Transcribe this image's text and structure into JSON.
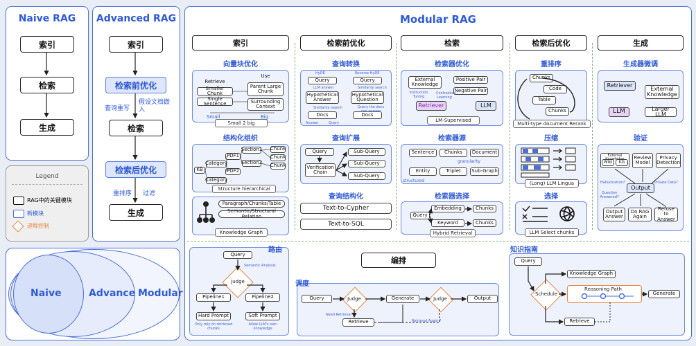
{
  "naive": {
    "title": "Naive RAG",
    "steps": [
      "索引",
      "检索",
      "生成"
    ]
  },
  "advanced": {
    "title": "Advanced RAG",
    "steps": [
      "索引",
      "检索前优化",
      "检索",
      "检索后优化",
      "生成"
    ],
    "pre_notes": [
      "查询重写",
      "假设文档嵌入"
    ],
    "post_notes": [
      "重排序",
      "过滤"
    ]
  },
  "legend": {
    "title": "Legend",
    "items": [
      "RAG中的关键模块",
      "新模块",
      "进程控制"
    ]
  },
  "circles": {
    "naive": "Naive",
    "advance": "Advance",
    "modular": "Modular"
  },
  "modular": {
    "title": "Modular RAG",
    "headers": [
      "索引",
      "检索前优化",
      "检索",
      "检索后优化",
      "生成"
    ],
    "sections": {
      "vec_opt": "向量块优化",
      "struct_org": "结构化组织",
      "query_trans": "查询转换",
      "query_expand": "查询扩展",
      "query_struct": "查询结构化",
      "retriever_opt": "检索器优化",
      "retriever_src": "检索器源",
      "retriever_sel": "检索器选择",
      "rerank": "重排序",
      "compress": "压缩",
      "select": "选择",
      "gen_ft": "生成器微调",
      "verify": "验证",
      "routing": "路由",
      "orchestration": "编排",
      "scheduling": "调度",
      "knowledge_guide": "知识指南"
    },
    "small2big": {
      "retrieve": "Retrieve",
      "use": "Use",
      "small_chunk": "Smaller Chunk",
      "single_sentence": "Single Sentence",
      "parent_chunk": "Parent Large Chunk",
      "surrounding": "Surrounding Context",
      "small": "Small",
      "big": "Big",
      "caption": "Small 2 big"
    },
    "hierarchy": {
      "kb": "KB",
      "category": "Category",
      "pdf1": "PDF1",
      "pdf2": "PDF2",
      "section1": "Section1",
      "section2": "Section2",
      "chunk": "Chunk",
      "caption": "Structure hierarchical"
    },
    "kg": {
      "item1": "Paragraph/Chunks/Table",
      "item2": "Semantic/Structural Relation",
      "caption": "Knowledge Graph"
    },
    "hyde": {
      "hyde": "HyDE",
      "rev_hyde": "Reverse HyDE",
      "query": "Query",
      "hyp_answer": "Hypothetical Answer",
      "hyp_question": "Hypothetical Question",
      "docs": "Docs",
      "llm_answer": "LLM answer",
      "sim_search": "Similarity search",
      "query_docs": "Query the docs can answer",
      "answer": "Answer",
      "query_lbl": "Query"
    },
    "expand": {
      "query": "Query",
      "verif": "Verification Chain",
      "subq": "Sub-Query"
    },
    "struct_q": [
      "Text-to-Cypher",
      "Text-to-SQL"
    ],
    "retr_opt": {
      "ext_knowledge": "External Knowledge",
      "pos_pair": "Positive Pair",
      "neg_pair": "Negative Pair",
      "retriever": "Retriever",
      "llm": "LLM",
      "instr": "Instruction Tuning",
      "contrastive": "Contrastive Learning",
      "caption": "LM-Supervised"
    },
    "retr_src": {
      "sentence": "Sentence",
      "chunks": "Chunks",
      "document": "Document",
      "entity": "Entity",
      "triplet": "Triplet",
      "subgraph": "Sub-Graph",
      "granularity": "granularity",
      "structured": "structured"
    },
    "retr_sel": {
      "query": "Query",
      "embedding": "Embedding",
      "keyword": "Keyword",
      "chunks": "Chunks",
      "caption": "Hybrid Retrieval"
    },
    "rerank": {
      "chunks": "Chunks",
      "code": "Code",
      "table": "Table",
      "chunks2": "Chunks",
      "caption": "Multi-type document Rerank"
    },
    "compress": {
      "caption": "(Long) LLM Lingua"
    },
    "select": {
      "caption": "LLM Select chunks"
    },
    "gen_ft": {
      "retriever": "Retriever",
      "ext": "External Knowledge",
      "llm": "LLM",
      "larger": "Larger LLM"
    },
    "verify": {
      "ext_knowledge": "External Knowledge",
      "wiki": "Wiki",
      "kg": "KG",
      "review": "Review Model",
      "privacy": "Privacy Detection",
      "halluc": "Hallucination?",
      "private": "Private Data?",
      "answered": "Question Answered?",
      "output": "Output",
      "out_answer": "Output Answer",
      "do_rag": "Do RAG Again",
      "refuse": "Refuse to Answer"
    },
    "routing": {
      "query": "Query",
      "semantic": "Semantic Analysis",
      "judge": "Judge",
      "p1": "Pipeline1",
      "p2": "Pipeline2",
      "hard": "Hard Prompt",
      "soft": "Soft Prompt",
      "hard_note": "Only rely on retrieved chunks",
      "soft_note": "Allow LLM's own knowledge"
    },
    "sched": {
      "query": "Query",
      "judge": "Judge",
      "generate": "Generate",
      "judge2": "Judge",
      "output": "Output",
      "retrieve": "Retrieve",
      "need": "Need Retrieval ?",
      "again": "Retrieval Again ?"
    },
    "kguide": {
      "query": "Query",
      "kg": "Knowledge Graph",
      "schedule": "Schedule",
      "path": "Reasoning Path",
      "generate": "Generate",
      "retrieve": "Retrieve"
    }
  },
  "colors": {
    "accent": "#2f5ad8",
    "panel_bg": "#ffffff",
    "sub_bg": "#eef2fc",
    "control": "#e8823a"
  }
}
